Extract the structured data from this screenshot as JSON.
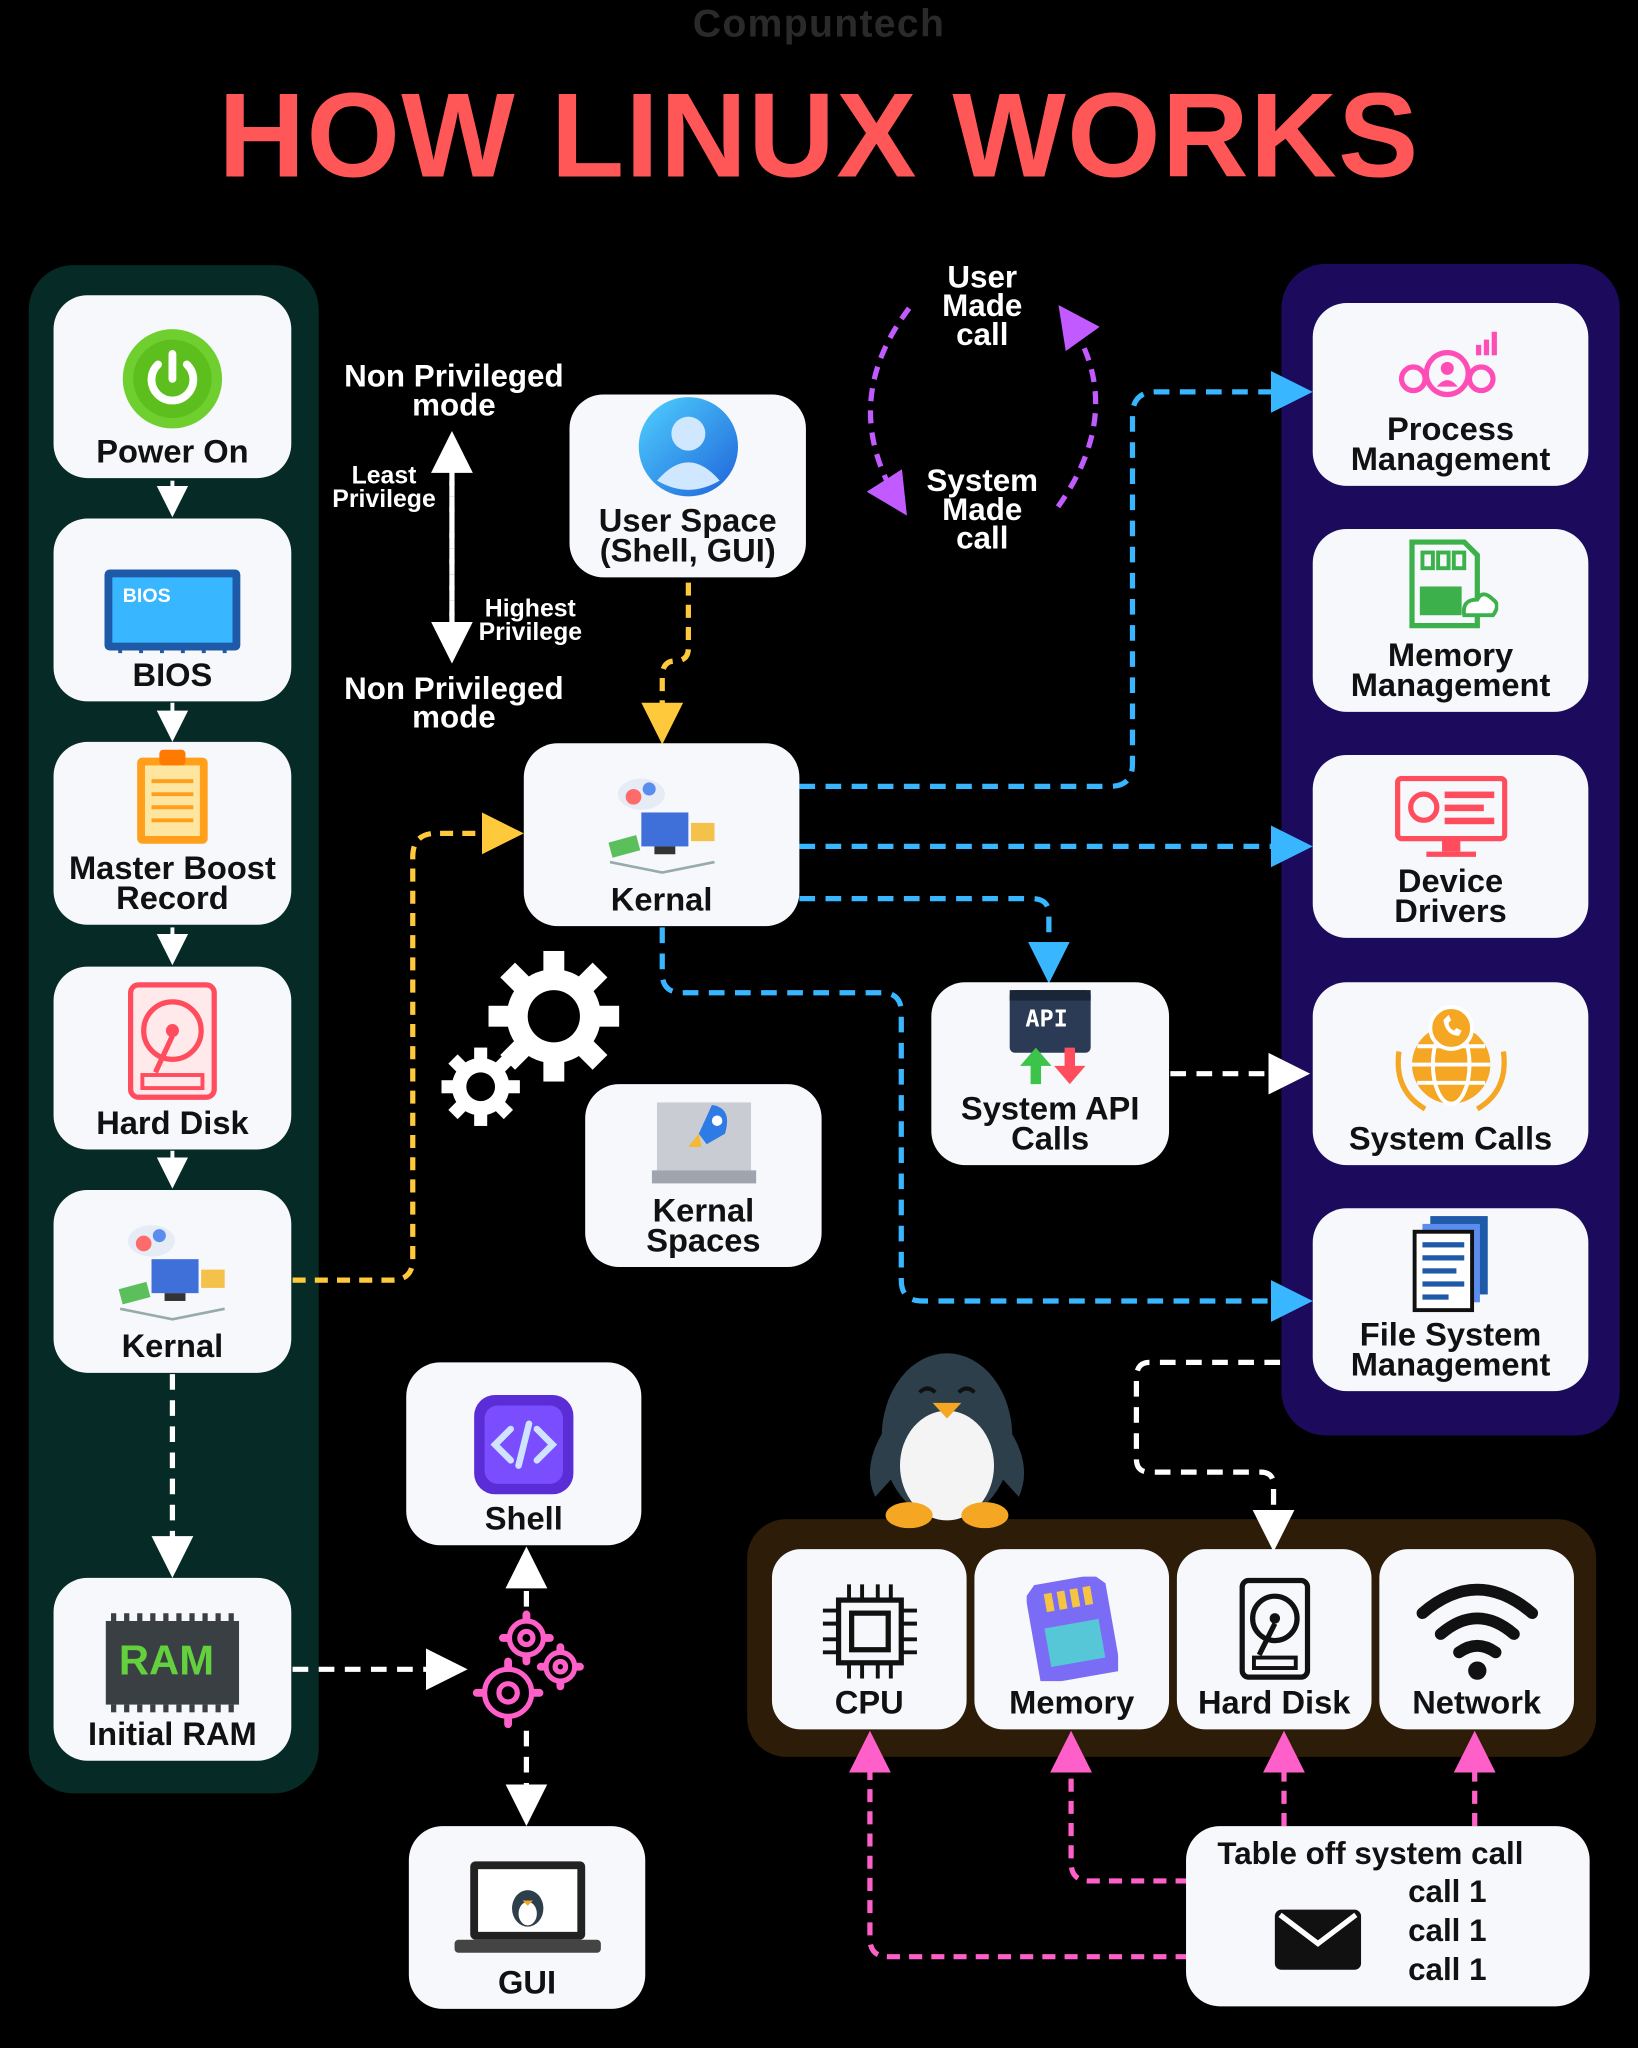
{
  "watermark": "Compuntech",
  "title": "HOW LINUX WORKS",
  "boot_sequence": {
    "power_on": "Power On",
    "bios_chip": "BIOS",
    "bios": "BIOS",
    "mbr": "Master Boost\nRecord",
    "hard_disk": "Hard Disk",
    "kernal": "Kernal",
    "initial_ram": "Initial RAM",
    "ram_chip": "RAM"
  },
  "privilege": {
    "top_mode": "Non Privileged\nmode",
    "least": "Least\nPrivilege",
    "highest": "Highest\nPrivilege",
    "bottom_mode": "Non Privileged\nmode"
  },
  "center": {
    "user_space": "User Space\n(Shell, GUI)",
    "kernal": "Kernal",
    "kernal_spaces": "Kernal\nSpaces",
    "system_api": "System API\nCalls",
    "api_chip": "API",
    "shell": "Shell",
    "gui": "GUI"
  },
  "call_cycle": {
    "user_made": "User\nMade\ncall",
    "system_made": "System\nMade\ncall"
  },
  "kernel_functions": [
    {
      "label": "Process\nManagement",
      "icon": "process-management-icon"
    },
    {
      "label": "Memory\nManagement",
      "icon": "memory-management-icon"
    },
    {
      "label": "Device\nDrivers",
      "icon": "device-drivers-icon"
    },
    {
      "label": "System Calls",
      "icon": "system-calls-icon"
    },
    {
      "label": "File System\nManagement",
      "icon": "file-system-icon"
    }
  ],
  "hardware": [
    {
      "label": "CPU",
      "icon": "cpu-icon"
    },
    {
      "label": "Memory",
      "icon": "memory-card-icon"
    },
    {
      "label": "Hard Disk",
      "icon": "hard-disk-icon"
    },
    {
      "label": "Network",
      "icon": "wifi-icon"
    }
  ],
  "syscall_table": {
    "title": "Table off system call",
    "calls": [
      "call 1",
      "call 1",
      "call 1"
    ]
  },
  "colors": {
    "title": "#ff5757",
    "boot_panel": "#062a25",
    "kernel_panel": "#1c0a5c",
    "hardware_panel": "#2c1c08",
    "cyan_arrow": "#38b6ff",
    "yellow_arrow": "#ffc93c",
    "pink_arrow": "#ff5fc8",
    "purple_arrow": "#c25bff"
  }
}
